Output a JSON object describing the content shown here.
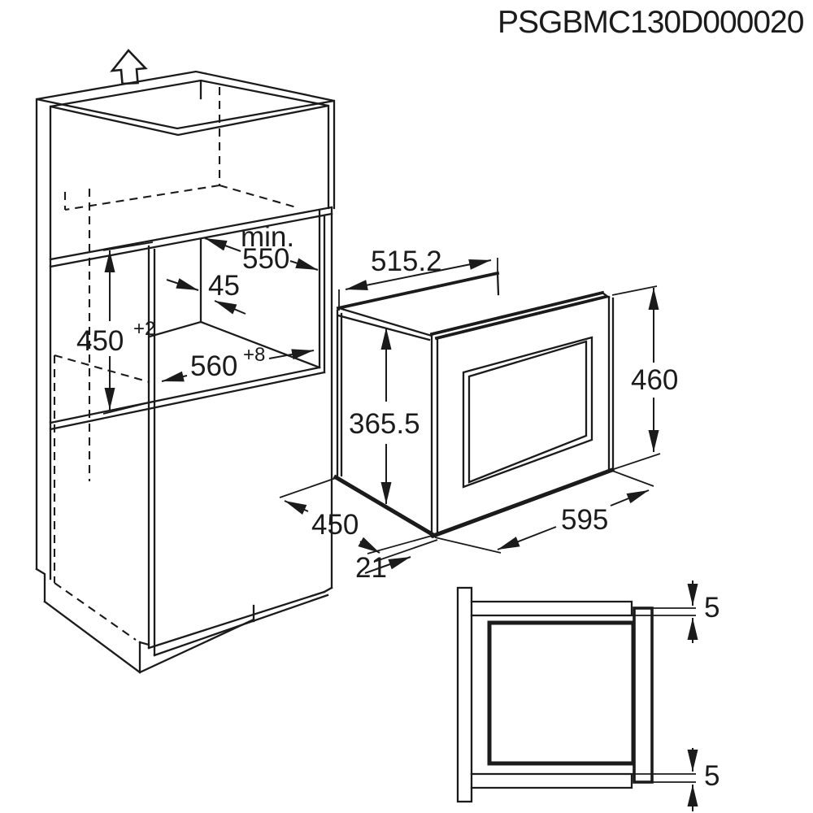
{
  "title": "PSGBMC130D000020",
  "colors": {
    "ink": "#1b1b1b",
    "background": "#ffffff"
  },
  "icons": {
    "removal_direction": "up-arrow"
  },
  "niche": {
    "depth_min_label": "min.",
    "depth_min_value": "550",
    "rear_clearance": "45",
    "height": "450",
    "height_tolerance": "+2",
    "width": "560",
    "width_tolerance": "+8"
  },
  "microwave": {
    "top_depth": "515.2",
    "body_height": "365.5",
    "front_height": "460",
    "front_width": "595",
    "body_depth": "450",
    "frame_overhang": "21"
  },
  "section": {
    "top_overlap": "5",
    "bottom_overlap": "5"
  }
}
